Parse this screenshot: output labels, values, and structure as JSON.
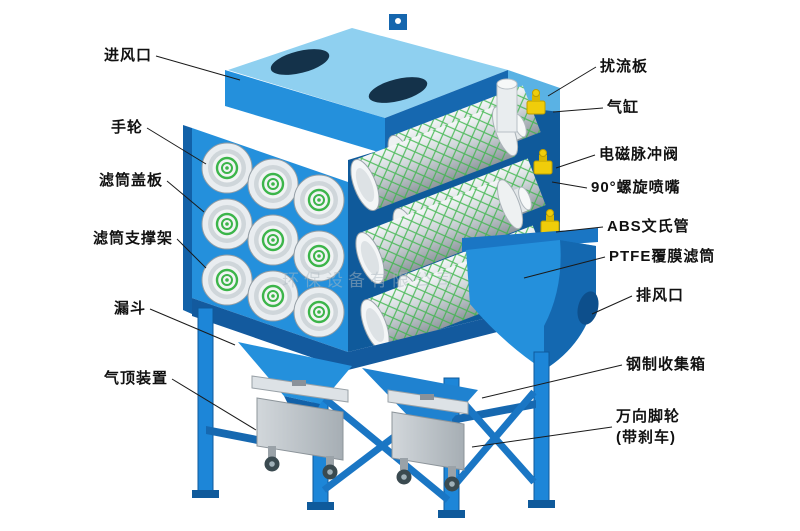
{
  "diagram": {
    "watermark": "环保设备有限公司",
    "labels": {
      "left": [
        {
          "text": "进风口"
        },
        {
          "text": "手轮"
        },
        {
          "text": "滤筒盖板"
        },
        {
          "text": "滤筒支撑架"
        },
        {
          "text": "漏斗"
        },
        {
          "text": "气顶装置"
        }
      ],
      "right": [
        {
          "text": "扰流板"
        },
        {
          "text": "气缸"
        },
        {
          "text": "电磁脉冲阀"
        },
        {
          "text": "90°螺旋喷嘴"
        },
        {
          "text": "ABS文氏管"
        },
        {
          "text": "PTFE覆膜滤筒"
        },
        {
          "text": "排风口"
        },
        {
          "text": "钢制收集箱"
        },
        {
          "text": "万向脚轮",
          "text2": "(带刹车)"
        }
      ]
    },
    "colors": {
      "machine_blue": "#2490dc",
      "machine_blue_dark": "#1261a8",
      "machine_blue_deep": "#0f5a9b",
      "machine_blue_light": "#8fd0f0",
      "filter_green": "#3cb54a",
      "valve_yellow": "#f0cd0a",
      "cartridge_gray": "#cdd3d7",
      "label_text": "#111111"
    }
  }
}
